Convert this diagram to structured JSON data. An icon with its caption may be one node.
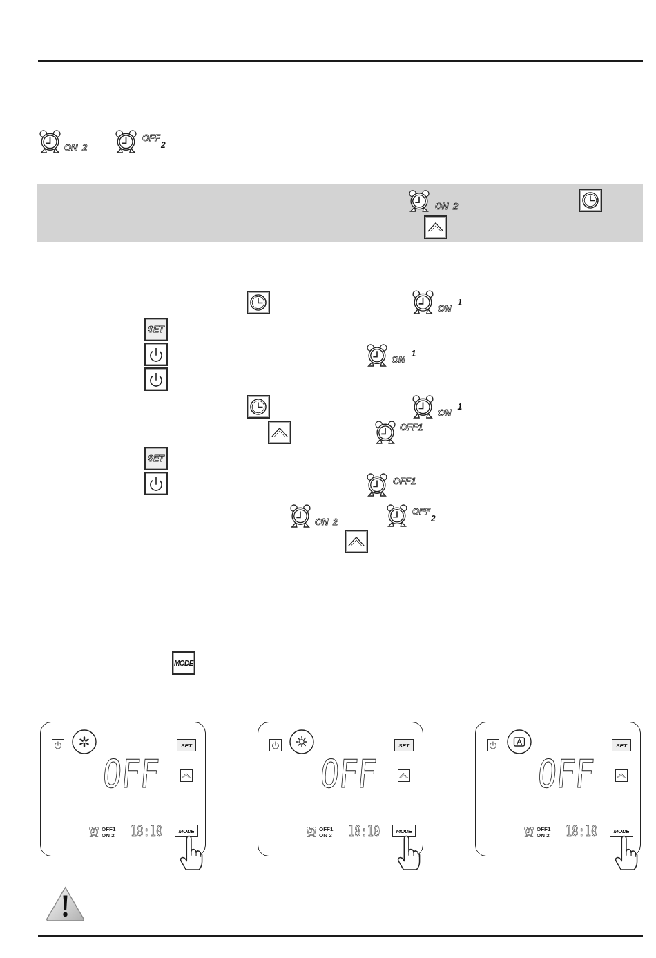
{
  "diagram": {
    "labels": [
      "ON 2",
      "OFF$_{2}$",
      "ON 2",
      "ON$^{1}$",
      "SET",
      "ON$^{1}$",
      "ON$^{1}$",
      "OFF1",
      "SET",
      "OFF1",
      "ON 2",
      "OFF$_{2}$",
      "MODE",
      "SET",
      "OFF",
      "OFF1 ON 2",
      "18:10",
      "MODE",
      "SET",
      "OFF",
      "OFF1 ON 2",
      "18:10",
      "MODE",
      "SET",
      "OFF",
      "OFF1 ON 2",
      "18:10",
      "MODE"
    ]
  }
}
